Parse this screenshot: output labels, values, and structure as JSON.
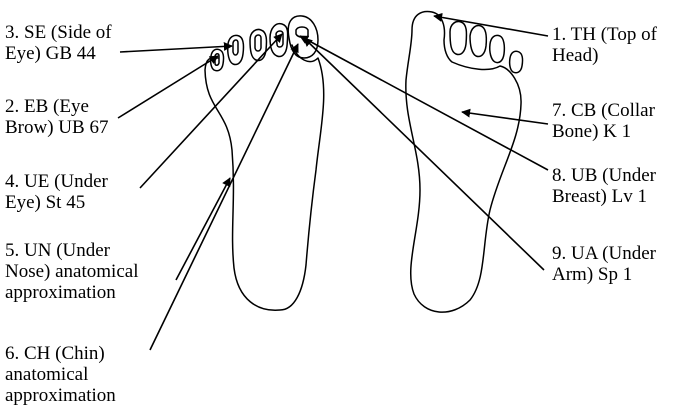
{
  "labels": {
    "se": {
      "line1": "3. SE (Side of",
      "line2": "Eye) GB 44"
    },
    "eb": {
      "line1": "2. EB (Eye",
      "line2": "Brow) UB 67"
    },
    "ue": {
      "line1": "4. UE (Under",
      "line2": "Eye) St 45"
    },
    "un": {
      "line1": "5. UN (Under",
      "line2": "Nose) anatomical",
      "line3": "approximation"
    },
    "ch": {
      "line1": "6. CH (Chin)",
      "line2": "anatomical",
      "line3": "approximation"
    },
    "th": {
      "line1": "1. TH (Top of",
      "line2": "Head)"
    },
    "cb": {
      "line1": "7. CB (Collar",
      "line2": "Bone) K 1"
    },
    "ub": {
      "line1": "8. UB (Under",
      "line2": "Breast) Lv 1"
    },
    "ua": {
      "line1": "9. UA (Under",
      "line2": "Arm) Sp 1"
    }
  }
}
